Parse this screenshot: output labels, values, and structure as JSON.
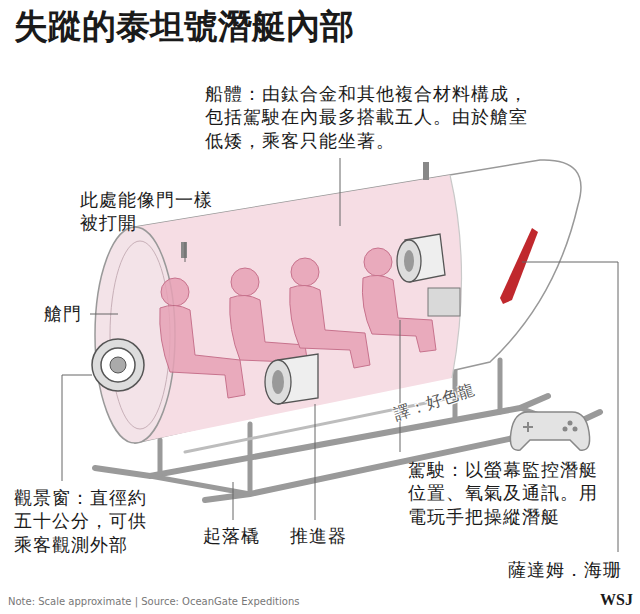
{
  "diagram": {
    "title": "失蹤的泰坦號潛艇內部",
    "caption": "Note: Scale approximate | Source: OceanGate Expeditions",
    "labels": [
      "船體：由鈦合金和其他複合材料構成，包括駕駛在內最多搭載五人。由於艙室低矮，乘客只能坐著。",
      "此處能像門一樣被打開",
      "艙門",
      "譯：好色龍",
      "駕駛：以螢幕監控潛艇位置、氧氣及通訊。用電玩手把操縱潛艇",
      "觀景窗：直徑約五十公分，可供乘客觀測外部",
      "起落橇",
      "推進器",
      "薩達姆．海珊",
      "WSJ"
    ]
  }
}
